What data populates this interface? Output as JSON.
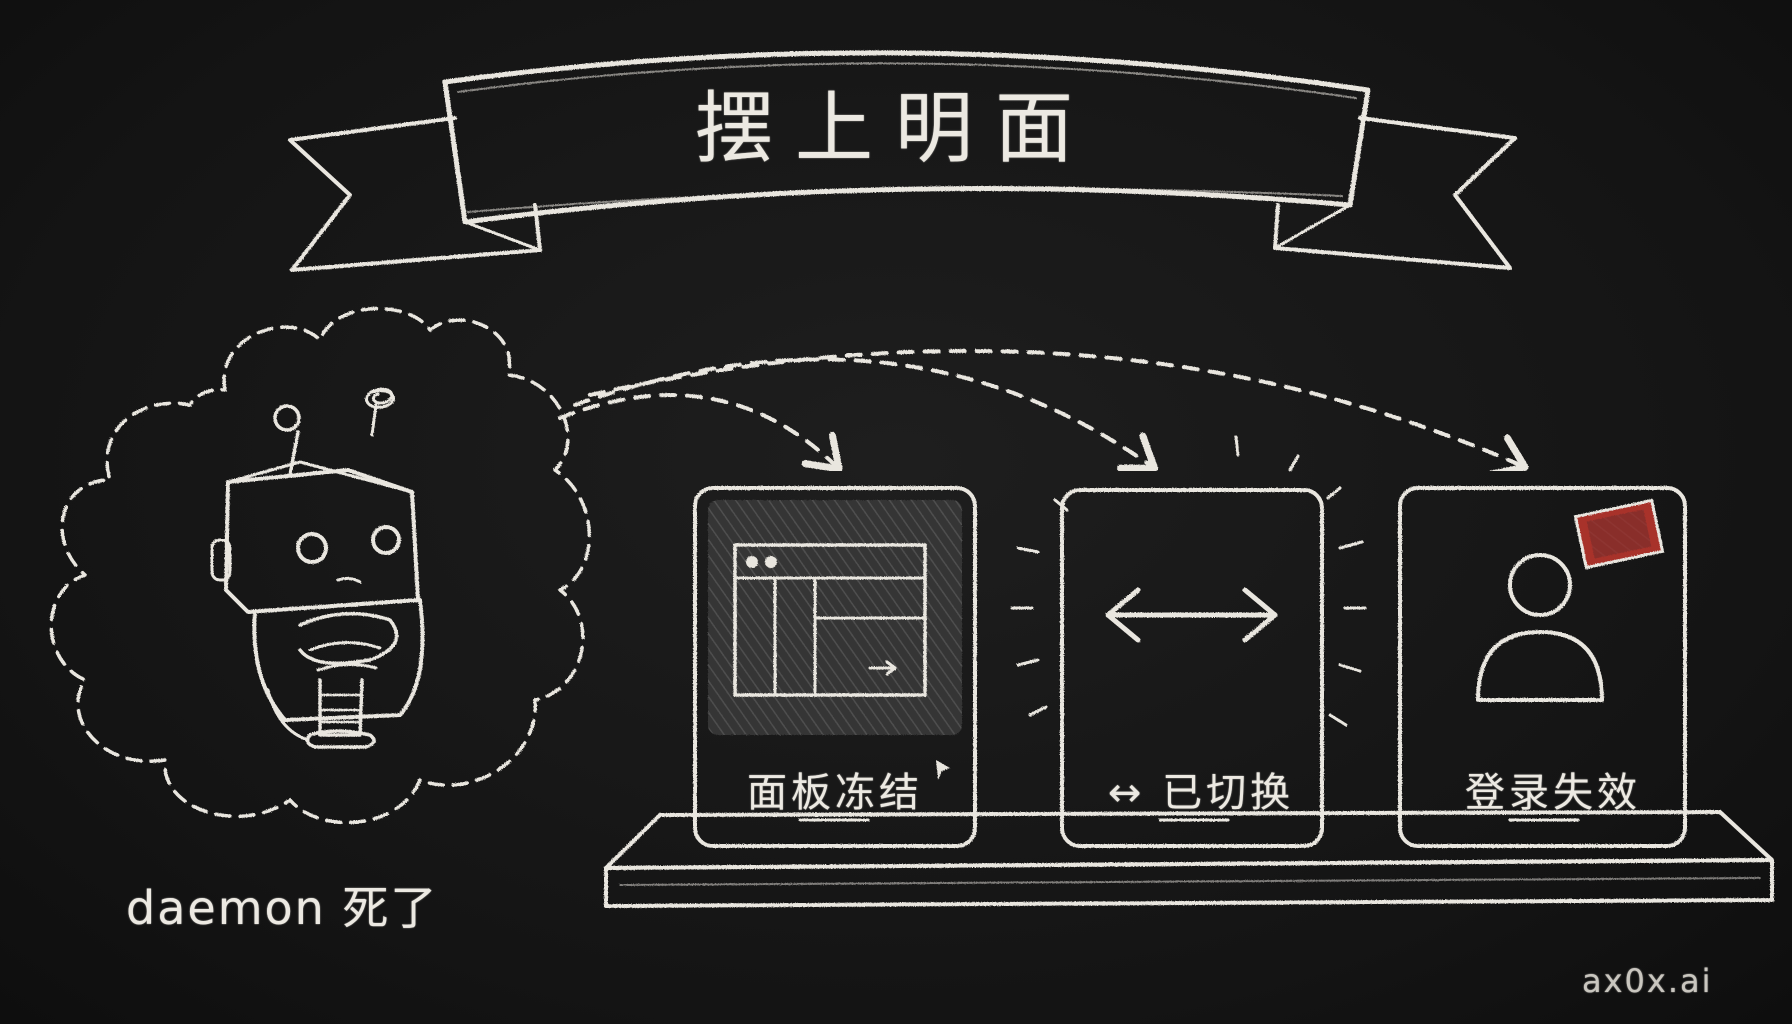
{
  "title": "摆上明面",
  "daemon": {
    "caption": "daemon 死了",
    "icon": "sad-robot-icon"
  },
  "cards": [
    {
      "label": "面板冻结",
      "icon": "frozen-window-icon"
    },
    {
      "label": "↔ 已切换",
      "icon": "swap-arrow-icon"
    },
    {
      "label": "登录失效",
      "icon": "user-invalid-icon"
    }
  ],
  "watermark": "ax0x.ai",
  "colors": {
    "background": "#151515",
    "chalk": "#e9e6df",
    "accent": "#b23a33"
  }
}
